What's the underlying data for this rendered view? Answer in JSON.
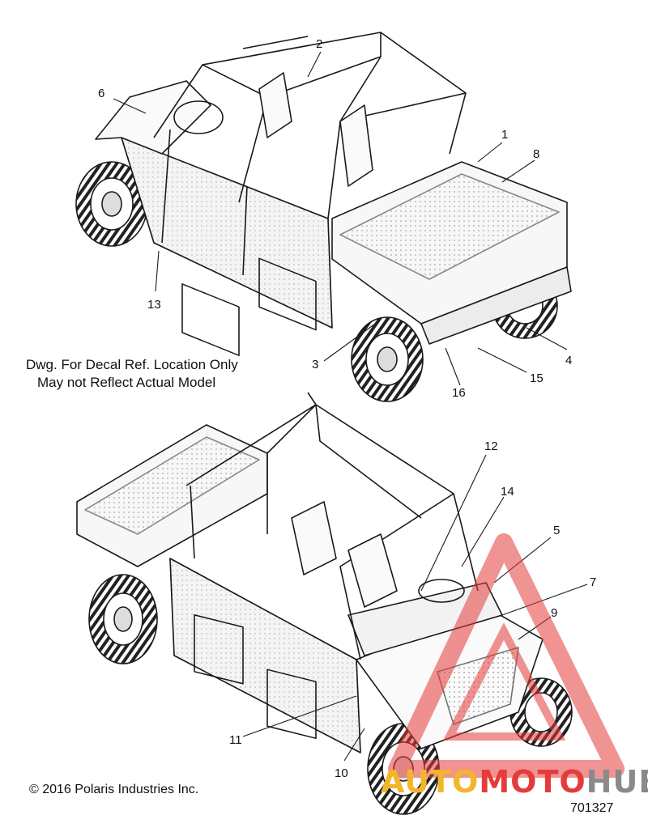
{
  "note": {
    "line1": "Dwg. For Decal Ref. Location Only",
    "line2": "May not Reflect Actual Model"
  },
  "copyright": "© 2016 Polaris Industries Inc.",
  "drawing_number": "701327",
  "watermark": {
    "part1": "AUTO",
    "part2": "MOTO",
    "part3": "HUB",
    "colors": {
      "auto": "#f2b62a",
      "moto": "#e53b3b",
      "hub": "#8a8a8a",
      "triangle": "#e53b3b"
    }
  },
  "callouts": {
    "c1": "1",
    "c2": "2",
    "c3": "3",
    "c4": "4",
    "c5": "5",
    "c6": "6",
    "c7": "7",
    "c8": "8",
    "c9": "9",
    "c10": "10",
    "c11": "11",
    "c12": "12",
    "c13": "13",
    "c14": "14",
    "c15": "15",
    "c16": "16"
  }
}
